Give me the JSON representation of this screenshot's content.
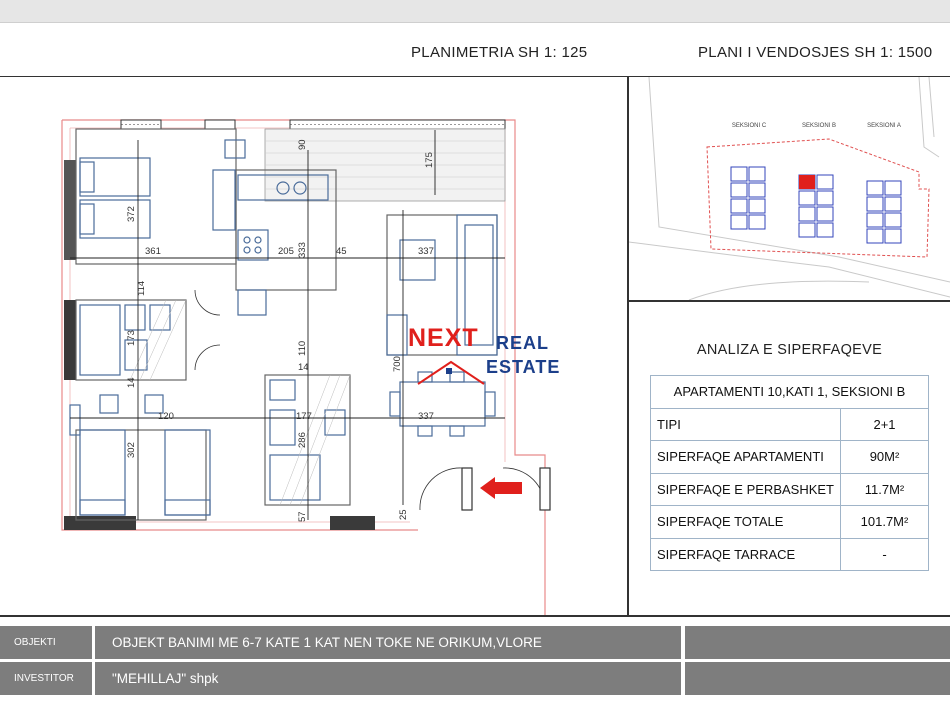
{
  "header": {
    "plan_title": "PLANIMETRIA  SH 1: 125",
    "site_title": "PLANI I VENDOSJES SH 1: 1500"
  },
  "site_plan": {
    "sections": [
      "SEKSIONI C",
      "SEKSIONI B",
      "SEKSIONI A"
    ]
  },
  "floor_plan": {
    "dimensions": [
      "372",
      "361",
      "205",
      "333",
      "45",
      "337",
      "175",
      "90",
      "173",
      "110",
      "14",
      "120",
      "302",
      "177",
      "286",
      "337",
      "700",
      "57",
      "25",
      "114",
      "14"
    ]
  },
  "logo": {
    "word1": "NEXT",
    "word2": "REAL",
    "word3": "ESTATE"
  },
  "analysis": {
    "title": "ANALIZA E SIPERFAQEVE",
    "table_header": "APARTAMENTI  10,KATI 1, SEKSIONI B",
    "rows": [
      {
        "label": "TIPI",
        "value": "2+1"
      },
      {
        "label": "SIPERFAQE APARTAMENTI",
        "value": "90M²"
      },
      {
        "label": "SIPERFAQE E PERBASHKET",
        "value": "11.7M²"
      },
      {
        "label": "SIPERFAQE TOTALE",
        "value": "101.7M²"
      },
      {
        "label": "SIPERFAQE TARRACE",
        "value": "-"
      }
    ]
  },
  "footer": {
    "objekti_label": "OBJEKTI",
    "objekti_value": "OBJEKT BANIMI  ME 6-7 KATE 1 KAT NEN TOKE NE ORIKUM,VLORE",
    "investitor_label": "INVESTITOR",
    "investitor_value": "\"MEHILLAJ\" shpk"
  },
  "colors": {
    "logo_red": "#e0201c",
    "logo_blue": "#1c3f8a",
    "footer_gray": "#7d7d7d",
    "furniture_blue": "#4a6c9a",
    "wall_dark": "#3a3a3a"
  }
}
